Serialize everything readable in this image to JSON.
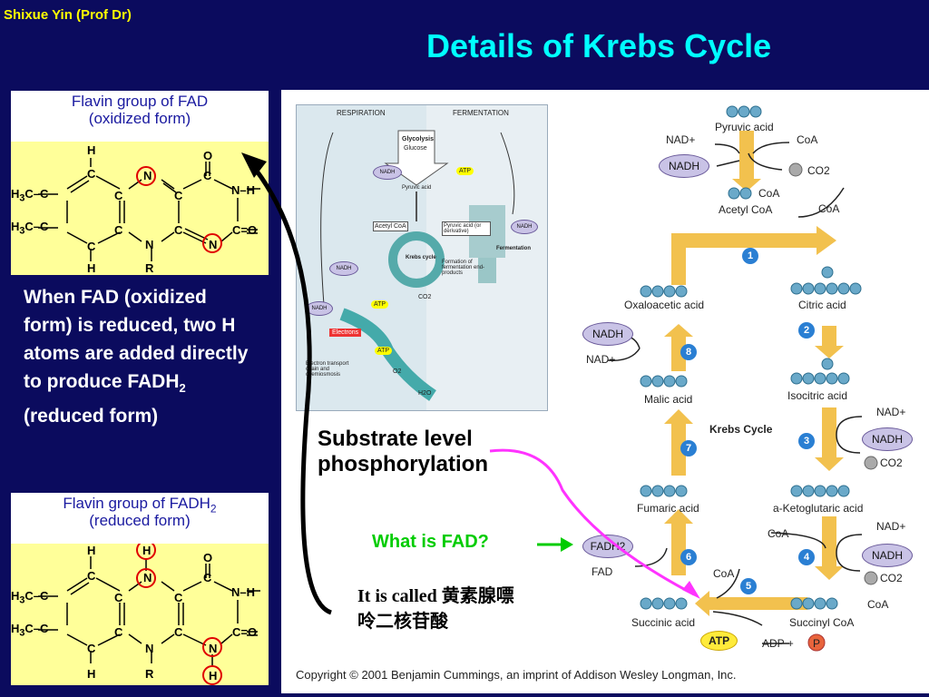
{
  "author": "Shixue Yin (Prof Dr)",
  "title": "Details of Krebs Cycle",
  "fad_panel": {
    "caption_line1": "Flavin group of FAD",
    "caption_line2": "(oxidized form)"
  },
  "fadh2_panel": {
    "caption_line1": "Flavin group of FADH",
    "caption_sub": "2",
    "caption_line2": "(reduced form)"
  },
  "description": {
    "text_before": "When FAD (oxidized form) is reduced, two H atoms are added directly to produce FADH",
    "sub": "2",
    "text_after": " (reduced form)"
  },
  "respiration_diagram": {
    "respiration": "RESPIRATION",
    "fermentation": "FERMENTATION",
    "glycolysis": "Glycolysis",
    "glucose": "Glucose",
    "pyruvic": "Pyruvic acid",
    "acetyl": "Acetyl CoA",
    "krebs": "Krebs cycle",
    "pyruvic_deriv": "Pyruvic acid (or derivative)",
    "fermentation_lbl": "Fermentation",
    "formation": "Formation of fermentation end-products",
    "nadh": "NADH",
    "atp": "ATP",
    "co2": "CO2",
    "electrons": "Electrons",
    "etc": "Electron transport chain and chemiosmosis",
    "o2": "O2",
    "h2o": "H2O"
  },
  "krebs": {
    "pyruvic_acid": "Pyruvic acid",
    "nad_plus": "NAD+",
    "nadh": "NADH",
    "coa": "CoA",
    "co2": "CO2",
    "acetyl_coa": "Acetyl CoA",
    "oxaloacetic": "Oxaloacetic acid",
    "citric": "Citric acid",
    "isocitric": "Isocitric acid",
    "malic": "Malic acid",
    "krebs_cycle": "Krebs Cycle",
    "fumaric": "Fumaric acid",
    "ketoglutaric": "a-Ketoglutaric acid",
    "fadh2": "FADH2",
    "fad": "FAD",
    "succinic": "Succinic acid",
    "succinyl": "Succinyl CoA",
    "atp": "ATP",
    "adp": "ADP +",
    "p": "P",
    "steps": [
      "1",
      "2",
      "3",
      "4",
      "5",
      "6",
      "7",
      "8"
    ]
  },
  "substrate_line1": "Substrate level",
  "substrate_line2": "phosphorylation",
  "what_is_fad": "What is FAD?",
  "called_line1": "It is called 黄素腺嘌",
  "called_line2": "呤二核苷酸",
  "copyright": "Copyright © 2001 Benjamin Cummings, an imprint of Addison Wesley Longman, Inc."
}
